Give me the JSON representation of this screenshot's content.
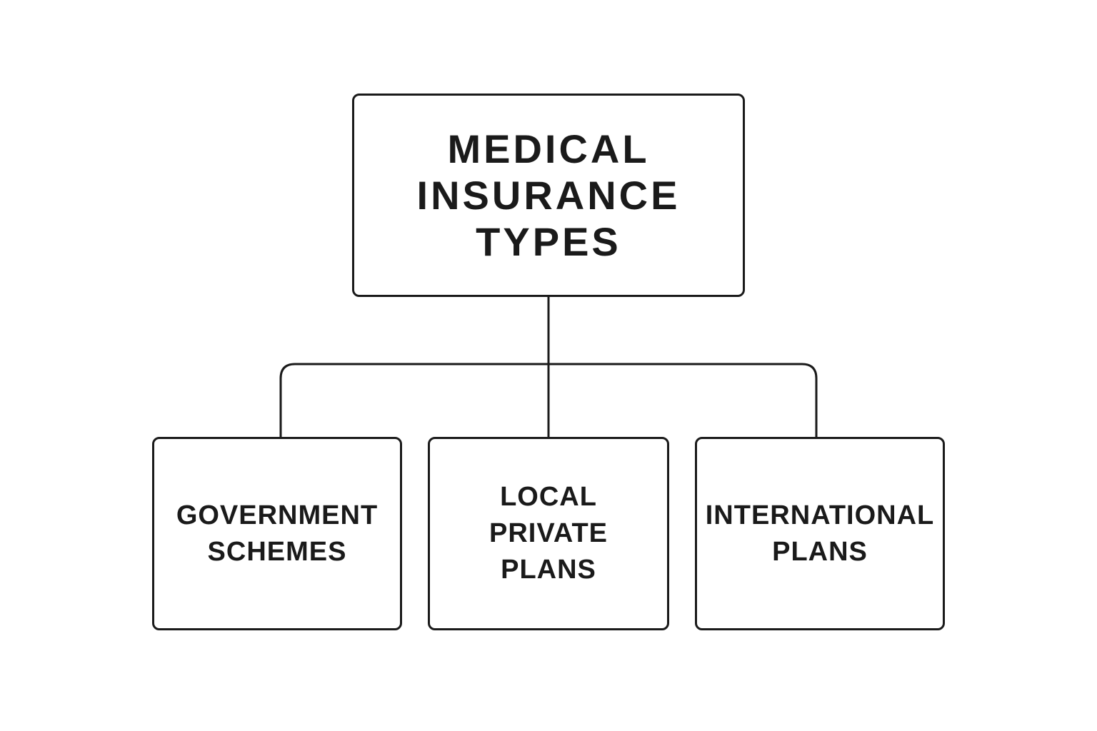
{
  "diagram": {
    "root": {
      "label": "MEDICAL\nINSURANCE\nTYPES"
    },
    "children": [
      {
        "label": "GOVERNMENT\nSCHEMES"
      },
      {
        "label": "LOCAL\nPRIVATE\nPLANS"
      },
      {
        "label": "INTERNATIONAL\nPLANS"
      }
    ],
    "colors": {
      "stroke": "#1a1a1a",
      "background": "#ffffff",
      "text": "#1a1a1a"
    }
  }
}
